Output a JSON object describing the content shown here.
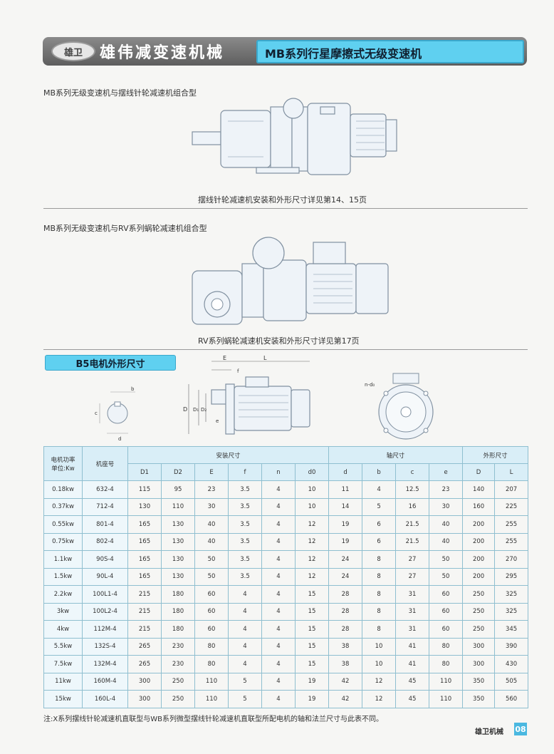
{
  "header": {
    "logo_text": "雄卫",
    "brand": "雄伟减变速机械",
    "title": "MB系列行星摩擦式无级变速机"
  },
  "section1": {
    "title": "MB系列无级变速机与摆线针轮减速机组合型",
    "caption": "摆线针轮减速机安装和外形尺寸详见第14、15页"
  },
  "section2": {
    "title": "MB系列无级变速机与RV系列蜗轮减速机组合型",
    "caption": "RV系列蜗轮减速机安装和外形尺寸详见第17页"
  },
  "b5": {
    "tag": "B5电机外形尺寸",
    "dim_labels": {
      "E": "E",
      "L": "L",
      "f": "f",
      "D": "D",
      "D1": "D₁",
      "D2": "D₂",
      "e": "e",
      "b": "b",
      "c": "c",
      "d": "d",
      "n_d0": "n-d₀"
    }
  },
  "table": {
    "h_power": "电机功率",
    "h_power_unit": "单位:Kw",
    "h_frame": "机座号",
    "group_install": "安装尺寸",
    "group_shaft": "轴尺寸",
    "group_outline": "外形尺寸",
    "columns": [
      "D1",
      "D2",
      "E",
      "f",
      "n",
      "d0",
      "d",
      "b",
      "c",
      "e",
      "D",
      "L"
    ],
    "rows": [
      [
        "0.18kw",
        "632-4",
        "115",
        "95",
        "23",
        "3.5",
        "4",
        "10",
        "11",
        "4",
        "12.5",
        "23",
        "140",
        "207"
      ],
      [
        "0.37kw",
        "712-4",
        "130",
        "110",
        "30",
        "3.5",
        "4",
        "10",
        "14",
        "5",
        "16",
        "30",
        "160",
        "225"
      ],
      [
        "0.55kw",
        "801-4",
        "165",
        "130",
        "40",
        "3.5",
        "4",
        "12",
        "19",
        "6",
        "21.5",
        "40",
        "200",
        "255"
      ],
      [
        "0.75kw",
        "802-4",
        "165",
        "130",
        "40",
        "3.5",
        "4",
        "12",
        "19",
        "6",
        "21.5",
        "40",
        "200",
        "255"
      ],
      [
        "1.1kw",
        "90S-4",
        "165",
        "130",
        "50",
        "3.5",
        "4",
        "12",
        "24",
        "8",
        "27",
        "50",
        "200",
        "270"
      ],
      [
        "1.5kw",
        "90L-4",
        "165",
        "130",
        "50",
        "3.5",
        "4",
        "12",
        "24",
        "8",
        "27",
        "50",
        "200",
        "295"
      ],
      [
        "2.2kw",
        "100L1-4",
        "215",
        "180",
        "60",
        "4",
        "4",
        "15",
        "28",
        "8",
        "31",
        "60",
        "250",
        "325"
      ],
      [
        "3kw",
        "100L2-4",
        "215",
        "180",
        "60",
        "4",
        "4",
        "15",
        "28",
        "8",
        "31",
        "60",
        "250",
        "325"
      ],
      [
        "4kw",
        "112M-4",
        "215",
        "180",
        "60",
        "4",
        "4",
        "15",
        "28",
        "8",
        "31",
        "60",
        "250",
        "345"
      ],
      [
        "5.5kw",
        "132S-4",
        "265",
        "230",
        "80",
        "4",
        "4",
        "15",
        "38",
        "10",
        "41",
        "80",
        "300",
        "390"
      ],
      [
        "7.5kw",
        "132M-4",
        "265",
        "230",
        "80",
        "4",
        "4",
        "15",
        "38",
        "10",
        "41",
        "80",
        "300",
        "430"
      ],
      [
        "11kw",
        "160M-4",
        "300",
        "250",
        "110",
        "5",
        "4",
        "19",
        "42",
        "12",
        "45",
        "110",
        "350",
        "505"
      ],
      [
        "15kw",
        "160L-4",
        "300",
        "250",
        "110",
        "5",
        "4",
        "19",
        "42",
        "12",
        "45",
        "110",
        "350",
        "560"
      ]
    ]
  },
  "note": "注:X系列摆线针轮减速机直联型与WB系列微型摆线针轮减速机直联型所配电机的轴和法兰尺寸与此表不同。",
  "footer": {
    "brand": "雄卫机械",
    "page": "08"
  }
}
